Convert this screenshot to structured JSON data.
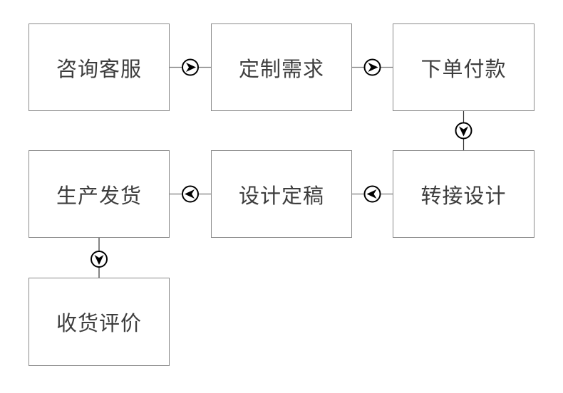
{
  "diagram": {
    "type": "flowchart",
    "nodes": [
      {
        "id": "consult-service",
        "label": "咨询客服"
      },
      {
        "id": "custom-requirements",
        "label": "定制需求"
      },
      {
        "id": "order-payment",
        "label": "下单付款"
      },
      {
        "id": "transfer-design",
        "label": "转接设计"
      },
      {
        "id": "design-finalize",
        "label": "设计定稿"
      },
      {
        "id": "production-shipping",
        "label": "生产发货"
      },
      {
        "id": "receive-review",
        "label": "收货评价"
      }
    ],
    "edges": [
      {
        "from": "咨询客服",
        "to": "定制需求",
        "direction": "right"
      },
      {
        "from": "定制需求",
        "to": "下单付款",
        "direction": "right"
      },
      {
        "from": "下单付款",
        "to": "转接设计",
        "direction": "down"
      },
      {
        "from": "转接设计",
        "to": "设计定稿",
        "direction": "left"
      },
      {
        "from": "设计定稿",
        "to": "生产发货",
        "direction": "left"
      },
      {
        "from": "生产发货",
        "to": "收货评价",
        "direction": "down"
      }
    ],
    "colors": {
      "background": "#ffffff",
      "box_border": "#8a8a8a",
      "box_bg": "#ffffff",
      "text": "#3d3d3d",
      "line_h": "#7b7b7b",
      "line_v": "#333333",
      "arrow": "#000000"
    }
  }
}
